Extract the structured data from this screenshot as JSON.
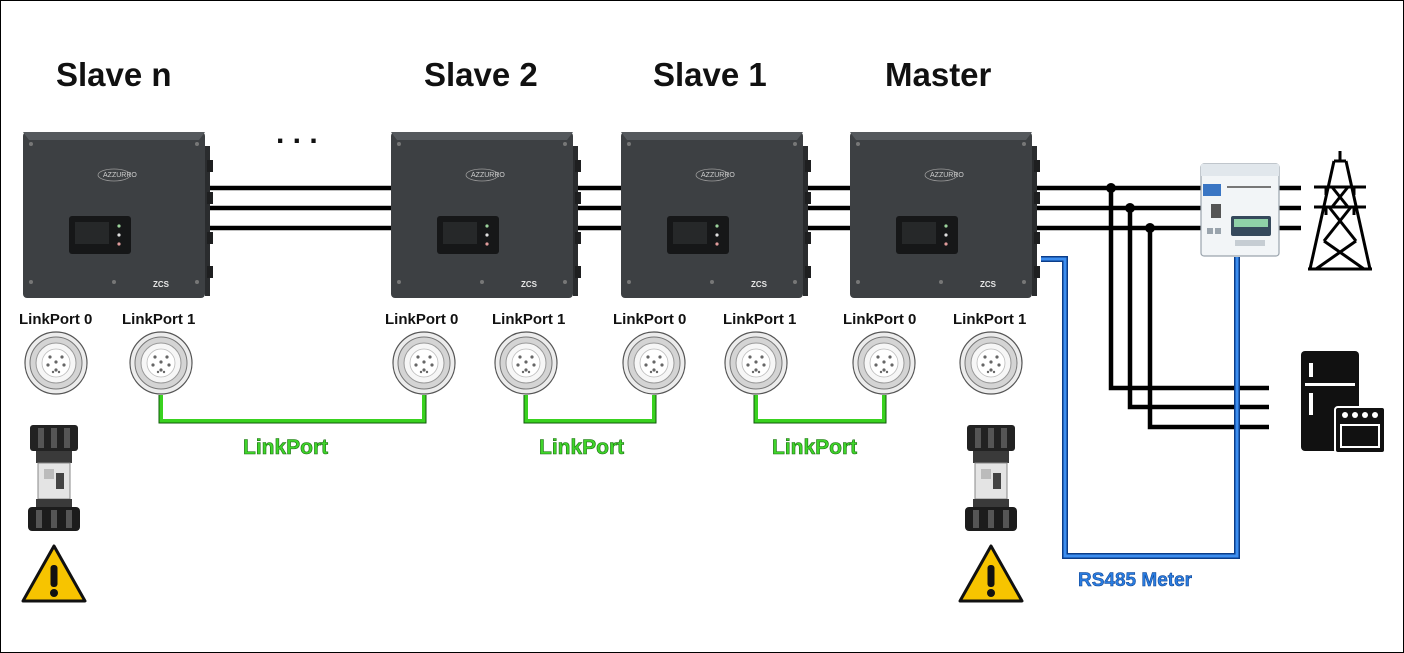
{
  "units": {
    "slave_n": {
      "title": "Slave n",
      "port0": "LinkPort 0",
      "port1": "LinkPort 1",
      "brand": "AZZURRO",
      "logo": "ZCS"
    },
    "slave_2": {
      "title": "Slave 2",
      "port0": "LinkPort 0",
      "port1": "LinkPort 1",
      "brand": "AZZURRO",
      "logo": "ZCS"
    },
    "slave_1": {
      "title": "Slave 1",
      "port0": "LinkPort 0",
      "port1": "LinkPort 1",
      "brand": "AZZURRO",
      "logo": "ZCS"
    },
    "master": {
      "title": "Master",
      "port0": "LinkPort 0",
      "port1": "LinkPort 1",
      "brand": "AZZURRO",
      "logo": "ZCS"
    }
  },
  "ellipsis": ". . .",
  "links": [
    "LinkPort",
    "LinkPort",
    "LinkPort"
  ],
  "rs485_label": "RS485 Meter",
  "colors": {
    "inverter_body": "#3d4043",
    "power_line": "#000000",
    "linkport_cable": "#39d21f",
    "rs485_cable": "#1e6fd6",
    "warning_fill": "#f7c400"
  },
  "icons": {
    "meter": "energy-meter-icon",
    "grid": "power-pylon-icon",
    "loads": "household-appliances-icon",
    "terminator": "termination-plug-icon",
    "warning": "warning-triangle-icon"
  }
}
